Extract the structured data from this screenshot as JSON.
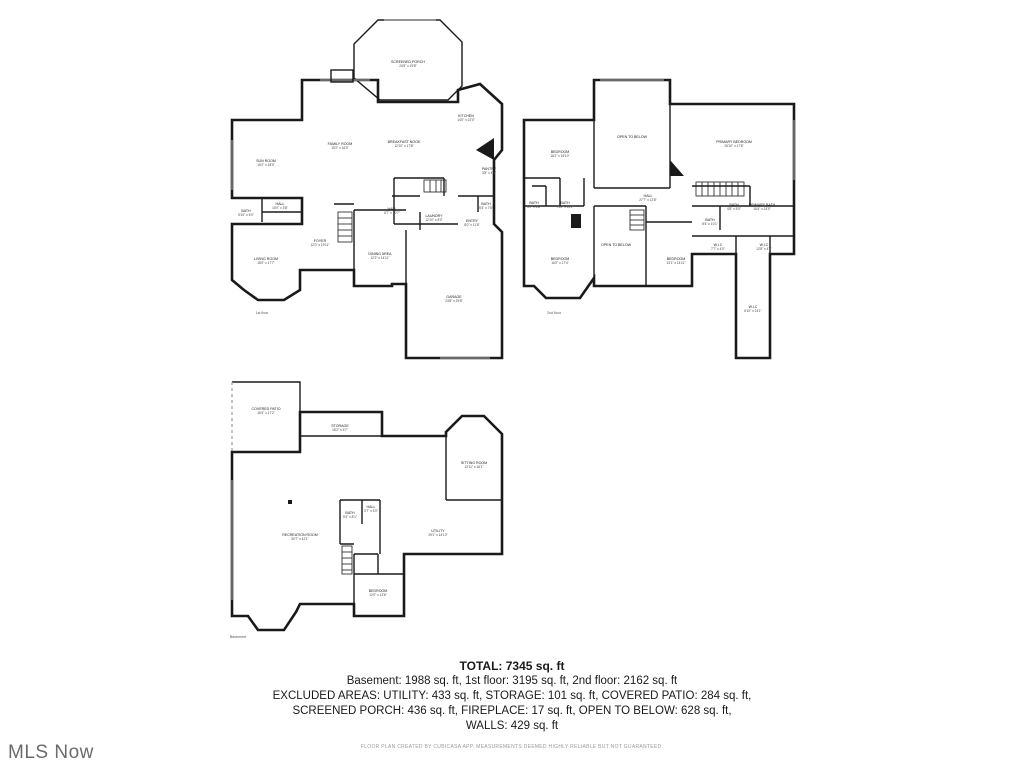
{
  "floors": [
    {
      "label": "1st floor",
      "rooms": [
        {
          "name": "SCREENED PORCH",
          "dims": "24'5\" x 19'8\""
        },
        {
          "name": "KITCHEN",
          "dims": "14'0\" x 22'0\""
        },
        {
          "name": "FAMILY ROOM",
          "dims": "19'2\" x 16'0\""
        },
        {
          "name": "BREAKFAST NOOK",
          "dims": "12'10\" x 17'8\""
        },
        {
          "name": "SUN ROOM",
          "dims": "16'2\" x 18'0\""
        },
        {
          "name": "PANTRY",
          "dims": "3'8\" x 4'8\""
        },
        {
          "name": "HALL",
          "dims": "10'0\" x 3'8\""
        },
        {
          "name": "BATH",
          "dims": "5'10\" x 5'0\""
        },
        {
          "name": "HALL",
          "dims": "6'7\" x 10'7\""
        },
        {
          "name": "BATH",
          "dims": "5'4\" x 7'6\""
        },
        {
          "name": "LAUNDRY",
          "dims": "12'10\" x 8'0\""
        },
        {
          "name": "ENTRY",
          "dims": "8'0\" x 11'8\""
        },
        {
          "name": "FOYER",
          "dims": "12'0\" x 19'11\""
        },
        {
          "name": "DINING AREA",
          "dims": "12'2\" x 14'11\""
        },
        {
          "name": "LIVING ROOM",
          "dims": "16'0\" x 17'7\""
        },
        {
          "name": "GARAGE",
          "dims": "23'8\" x 29'8\""
        }
      ]
    },
    {
      "label": "2nd floor",
      "rooms": [
        {
          "name": "BEDROOM",
          "dims": "16'2\" x 15'10\""
        },
        {
          "name": "OPEN TO BELOW",
          "dims": ""
        },
        {
          "name": "PRIMARY BEDROOM",
          "dims": "26'10\" x 17'8\""
        },
        {
          "name": "HALL",
          "dims": "27'7\" x 12'8\""
        },
        {
          "name": "BATH",
          "dims": "5'0\" x 5'8\""
        },
        {
          "name": "BATH",
          "dims": "7'10\" x 11'2\""
        },
        {
          "name": "BATH",
          "dims": "4'8\" x 5'0\""
        },
        {
          "name": "PRIMARY BATH",
          "dims": "16'4\" x 14'0\""
        },
        {
          "name": "BATH",
          "dims": "8'4\" x 10'1\""
        },
        {
          "name": "OPEN TO BELOW",
          "dims": ""
        },
        {
          "name": "W.I.C",
          "dims": "7'7\" x 4'0\""
        },
        {
          "name": "W.I.C",
          "dims": "12'8\" x 4'7\""
        },
        {
          "name": "BEDROOM",
          "dims": "16'2\" x 17'4\""
        },
        {
          "name": "BEDROOM",
          "dims": "13'1\" x 14'11\""
        },
        {
          "name": "W.I.C",
          "dims": "6'10\" x 24'1\""
        }
      ]
    },
    {
      "label": "Basement",
      "rooms": [
        {
          "name": "COVERED PATIO",
          "dims": "16'4\" x 17'2\""
        },
        {
          "name": "STORAGE",
          "dims": "16'2\" x 5'7\""
        },
        {
          "name": "SITTING ROOM",
          "dims": "12'11\" x 16'1\""
        },
        {
          "name": "RECREATION ROOM",
          "dims": "30'7\" x 42'1\""
        },
        {
          "name": "BATH",
          "dims": "5'4\" x 8'1\""
        },
        {
          "name": "HALL",
          "dims": "3'7\" x 5'0\""
        },
        {
          "name": "UTILITY",
          "dims": "29'1\" x 14'10\""
        },
        {
          "name": "BEDROOM",
          "dims": "12'0\" x 13'6\""
        }
      ]
    }
  ],
  "summary": {
    "total": "TOTAL: 7345 sq. ft",
    "line1": "Basement: 1988 sq. ft, 1st floor: 3195 sq. ft, 2nd floor: 2162 sq. ft",
    "line2": "EXCLUDED AREAS: UTILITY: 433 sq. ft, STORAGE: 101 sq. ft, COVERED PATIO: 284 sq. ft,",
    "line3": "SCREENED PORCH: 436 sq. ft, FIREPLACE: 17 sq. ft, OPEN TO BELOW: 628 sq. ft,",
    "line4": "WALLS: 429 sq. ft"
  },
  "disclaimer": "FLOOR PLAN CREATED BY CUBICASA APP. MEASUREMENTS DEEMED HIGHLY RELIABLE BUT NOT GUARANTEED.",
  "logo": "MLS Now"
}
